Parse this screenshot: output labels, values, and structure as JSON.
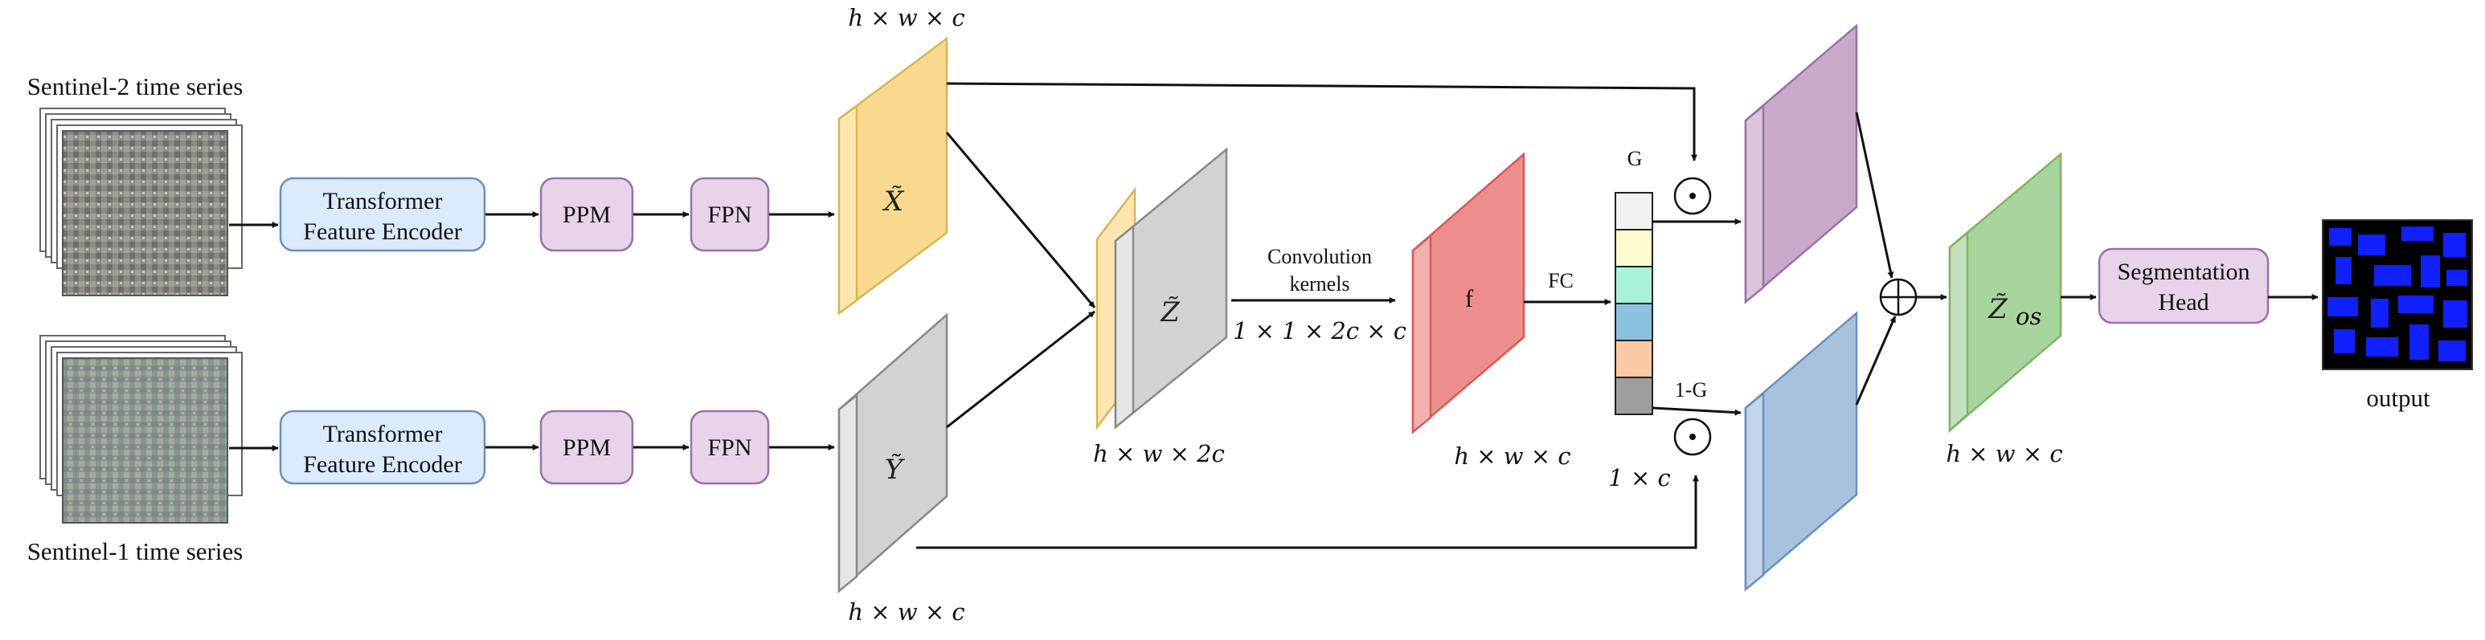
{
  "inputs": {
    "s2_label": "Sentinel-2 time series",
    "s1_label": "Sentinel-1 time series"
  },
  "encoder": {
    "line1": "Transformer",
    "line2": "Feature Encoder"
  },
  "ppm": "PPM",
  "fpn": "FPN",
  "feature_maps": {
    "x_symbol": "X̃",
    "y_symbol": "Ỹ",
    "z_symbol": "Z̃",
    "f_symbol": "f",
    "zos_symbol": "Z̃",
    "zos_subscript": "os",
    "dim_x": "h × w × c",
    "dim_y": "h × w × c",
    "dim_z": "h × w × 2c",
    "dim_f": "h × w × c",
    "dim_zos": "h × w × c"
  },
  "convolution": {
    "line1": "Convolution",
    "line2": "kernels",
    "dim": "1 × 1 × 2c × c"
  },
  "gating": {
    "fc_label": "FC",
    "g_label": "G",
    "one_minus_g_label": "1-G",
    "vector_dim": "1 × c",
    "product_symbol": "⊙",
    "sum_symbol": "⊕"
  },
  "head": {
    "line1": "Segmentation",
    "line2": "Head"
  },
  "output_label": "output",
  "colors": {
    "encoder_fill": "#dbeafc",
    "encoder_stroke": "#6c8ebf",
    "module_fill": "#e8d3ea",
    "module_stroke": "#9673a6",
    "x_face": "#fbe6b0",
    "x_side": "#f8d98e",
    "x_stroke": "#d6b656",
    "y_face": "#e6e6e6",
    "y_side": "#d2d2d2",
    "y_stroke": "#888888",
    "f_face": "#f4b0ae",
    "f_side": "#ec8f8c",
    "f_stroke": "#d65a56",
    "purple_face": "#dcc6dc",
    "purple_side": "#c9a9c9",
    "purple_stroke": "#9673a6",
    "blue_face": "#c5d6ea",
    "blue_side": "#a8c2dd",
    "blue_stroke": "#6c8ebf",
    "green_face": "#c4e1bd",
    "green_side": "#a8d49d",
    "green_stroke": "#82b366",
    "vector_cells": [
      "#f2f2f2",
      "#fdfbd0",
      "#a8f1da",
      "#8dc1e0",
      "#fbc9a4",
      "#9e9e9e"
    ],
    "output_bg": "#000000",
    "output_fg": "#1020ff"
  }
}
